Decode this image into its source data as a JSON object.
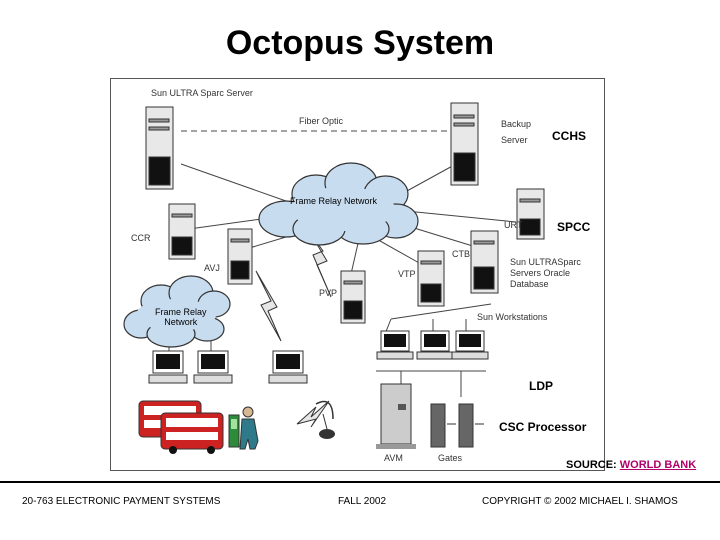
{
  "title": "Octopus System",
  "labels": {
    "sun_server": "Sun ULTRA Sparc Server",
    "fiber_optic": "Fiber Optic",
    "backup_server": "Backup\nServer",
    "cchs": "CCHS",
    "frame_relay_top": "Frame Relay Network",
    "frame_relay_left": "Frame Relay\nNetwork",
    "ccr": "CCR",
    "avj": "AVJ",
    "urt": "URT",
    "spcc": "SPCC",
    "ctb": "CTB",
    "sun_db": "Sun ULTRASparc\nServers Oracle\nDatabase",
    "vtp": "VTP",
    "pvp": "PVP",
    "workstations": "Sun Workstations",
    "ldp": "LDP",
    "csc": "CSC Processor",
    "avm": "AVM",
    "gates": "Gates"
  },
  "source": {
    "prefix": "SOURCE: ",
    "link": "WORLD BANK"
  },
  "footer": {
    "course": "20-763 ELECTRONIC PAYMENT SYSTEMS",
    "term": "FALL 2002",
    "copyright": "COPYRIGHT © 2002 MICHAEL I. SHAMOS"
  }
}
